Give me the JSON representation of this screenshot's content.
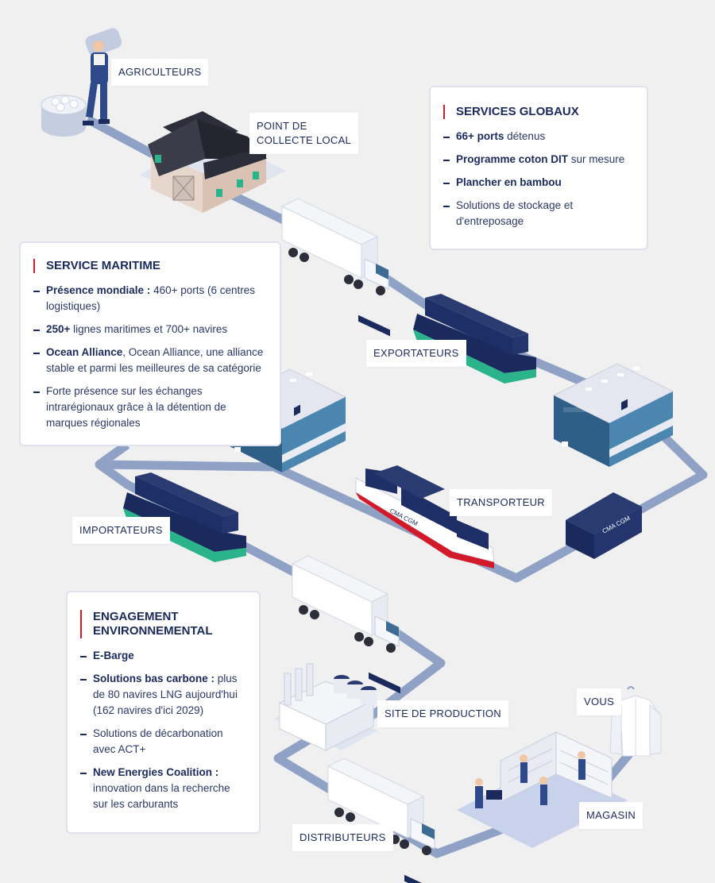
{
  "labels": {
    "agriculteurs": "AGRICULTEURS",
    "point_collecte": [
      "POINT DE",
      "COLLECTE LOCAL"
    ],
    "exportateurs": "EXPORTATEURS",
    "transporteur": "TRANSPORTEUR",
    "importateurs": "IMPORTATEURS",
    "site_production": "SITE DE PRODUCTION",
    "vous": "VOUS",
    "magasin": "MAGASIN",
    "distributeurs": "DISTRIBUTEURS"
  },
  "ship_brand": "CMA CGM",
  "services_globaux": {
    "title": "SERVICES GLOBAUX",
    "items": [
      {
        "bold": "66+ ports",
        "text": " détenus"
      },
      {
        "bold": "Programme coton DIT",
        "text": " sur mesure"
      },
      {
        "bold": "Plancher en bambou",
        "text": ""
      },
      {
        "bold": "",
        "text": "Solutions de stockage et d'entreposage"
      }
    ]
  },
  "service_maritime": {
    "title": "SERVICE MARITIME",
    "items": [
      {
        "bold": "Présence mondiale :",
        "text": " 460+ ports (6 centres logistiques)"
      },
      {
        "bold": "250+",
        "text": " lignes maritimes et 700+ navires"
      },
      {
        "bold": "Ocean Alliance",
        "text": ", Ocean Alliance, une alliance stable et parmi les meilleures de sa catégorie"
      },
      {
        "bold": "",
        "text": "Forte présence sur les échanges intrarégionaux grâce à la détention de marques régionales"
      }
    ]
  },
  "engagement": {
    "title_line1": "ENGAGEMENT",
    "title_line2": "ENVIRONNEMENTAL",
    "items": [
      {
        "bold": "E-Barge",
        "text": ""
      },
      {
        "bold": "Solutions bas carbone :",
        "text": " plus de 80 navires LNG aujourd'hui (162 navires d'ici 2029)"
      },
      {
        "bold": "",
        "text": "Solutions de décarbonation avec ACT+"
      },
      {
        "bold": "New Energies Coalition :",
        "text": " innovation dans la recherche sur les carburants"
      }
    ]
  },
  "colors": {
    "background": "#f0f0f1",
    "path": "#8fa2c6",
    "navy": "#1a2a5c",
    "accent_red": "#d31a2a",
    "warehouse_blue": "#3c6b94",
    "container_navy": "#1e2e66",
    "hull_green": "#2bb38c"
  }
}
